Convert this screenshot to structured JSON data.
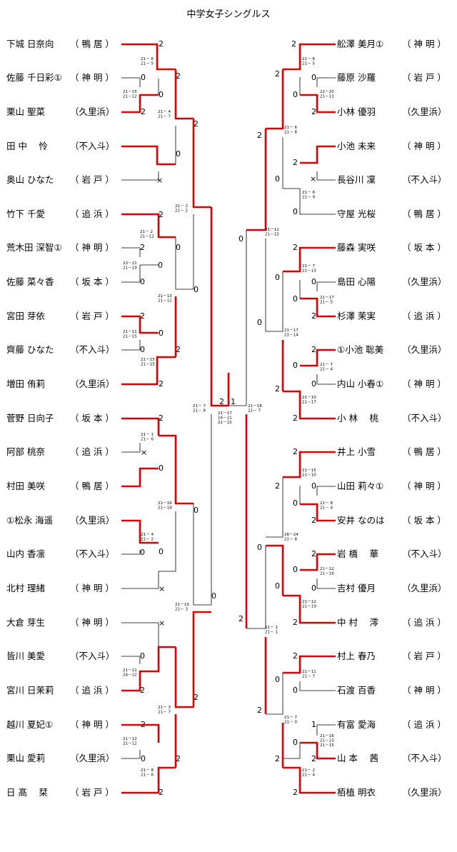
{
  "title": "中学女子シングルス",
  "left_players": [
    {
      "name": "下城 日奈向",
      "team": "（ 鴨 居 ）"
    },
    {
      "name": "佐藤 千日彩①",
      "team": "（ 神 明 ）"
    },
    {
      "name": "栗山 聖菜",
      "team": "（久里浜）"
    },
    {
      "name": "田 中　 怜",
      "team": "（不入斗）"
    },
    {
      "name": "奥山 ひなた",
      "team": "（ 岩 戸 ）"
    },
    {
      "name": "竹下 千愛",
      "team": "（ 追 浜 ）"
    },
    {
      "name": "荒木田 深智①",
      "team": "（ 神 明 ）"
    },
    {
      "name": "佐藤 菜々香",
      "team": "（ 坂 本 ）"
    },
    {
      "name": "宮田 芽依",
      "team": "（ 岩 戸 ）"
    },
    {
      "name": "齊藤 ひなた",
      "team": "（不入斗）"
    },
    {
      "name": "増田 侑莉",
      "team": "（久里浜）"
    },
    {
      "name": "菅野 日向子",
      "team": "（ 坂 本 ）"
    },
    {
      "name": "阿部 桃奈",
      "team": "（ 追 浜 ）"
    },
    {
      "name": "村田 美咲",
      "team": "（ 鴨 居 ）"
    },
    {
      "name": "①松永 海遥",
      "team": "（久里浜）"
    },
    {
      "name": "山内 香凛",
      "team": "（不入斗）"
    },
    {
      "name": "北村 理緒",
      "team": "（ 神 明 ）"
    },
    {
      "name": "大倉 芽生",
      "team": "（ 神 明 ）"
    },
    {
      "name": "皆川 美愛",
      "team": "（不入斗）"
    },
    {
      "name": "宮川 日茉莉",
      "team": "（ 追 浜 ）"
    },
    {
      "name": "越川 夏妃①",
      "team": "（ 神 明 ）"
    },
    {
      "name": "栗山 愛莉",
      "team": "（久里浜）"
    },
    {
      "name": "日 髙　 栞",
      "team": "（ 岩 戸 ）"
    }
  ],
  "right_players": [
    {
      "name": "舩澤 美月①",
      "team": "（ 神 明 ）"
    },
    {
      "name": "藤原 沙羅",
      "team": "（ 岩 戸 ）"
    },
    {
      "name": "小林 優羽",
      "team": "（久里浜）"
    },
    {
      "name": "小池 未来",
      "team": "（ 神 明 ）"
    },
    {
      "name": "長谷川 凜",
      "team": "（不入斗）"
    },
    {
      "name": "守屋 光桜",
      "team": "（ 鴨 居 ）"
    },
    {
      "name": "藤森 実咲",
      "team": "（ 坂 本 ）"
    },
    {
      "name": "島田 心陽",
      "team": "（久里浜）"
    },
    {
      "name": "杉澤 茉実",
      "team": "（ 追 浜 ）"
    },
    {
      "name": "①小池 聡美",
      "team": "（久里浜）"
    },
    {
      "name": "内山 小春①",
      "team": "（ 神 明 ）"
    },
    {
      "name": "小 林　 桃",
      "team": "（不入斗）"
    },
    {
      "name": "井上 小雪",
      "team": "（ 鴨 居 ）"
    },
    {
      "name": "山田 莉々①",
      "team": "（ 神 明 ）"
    },
    {
      "name": "安井 なのは",
      "team": "（ 坂 本 ）"
    },
    {
      "name": "岩 橋　 華",
      "team": "（不入斗）"
    },
    {
      "name": "吉村 優月",
      "team": "（久里浜）"
    },
    {
      "name": "中 村　 澪",
      "team": "（ 追 浜 ）"
    },
    {
      "name": "村上 春乃",
      "team": "（ 岩 戸 ）"
    },
    {
      "name": "石渡 百香",
      "team": "（ 神 明 ）"
    },
    {
      "name": "有富 愛海",
      "team": "（ 追 浜 ）"
    },
    {
      "name": "山 本　 茜",
      "team": "（不入斗）"
    },
    {
      "name": "栢植 明衣",
      "team": "（久里浜）"
    }
  ],
  "match_scores": {
    "l_r1_a": "21－ 6\n21－ 5",
    "l_r1_b": "21－15\n21－12",
    "l_r1_c": "21－ 4\n21－ 7",
    "l_r1_d": "21－ 2\n21－12",
    "l_r1_e": "23－21\n21－19",
    "l_r1_f": "21－11\n21－15",
    "l_r1_g": "21－13\n21－12",
    "l_r1_h": "21－15\n21－15",
    "l_r1_i": "21－ 1\n21－ 6",
    "l_r1_j": "21－ 4\n21－ 2",
    "l_r1_k": "21－16\n21－18",
    "l_r1_l": "21－11\n24－22",
    "l_r1_m": "21－12\n21－12",
    "l_r1_n": "21－ 3\n21－ 7",
    "l_r1_o": "21－ 8\n21－ 6",
    "l_r2_a": "21－ 2\n21－ 2",
    "l_r2_b": "21－19\n21－ 3",
    "l_sf": "21－ 7\n21－ 8",
    "final": "21－17\n16－21\n21－15",
    "r_sf": "21－18\n21－ 7",
    "r_r1_a": "21－ 6\n21－ 5",
    "r_r1_b": "22－20\n21－13",
    "r_r1_c": "21－ 6\n21－ 8",
    "r_r1_d": "21－ 6\n21－ 9",
    "r_r1_e": "21－ 7\n21－13",
    "r_r1_f": "21－17\n21－ 5",
    "r_r1_g": "21－17\n21－14",
    "r_r1_h": "21－ 7\n21－ 4",
    "r_r1_i": "21－10\n21－17",
    "r_r1_j": "21－15\n21－10",
    "r_r1_k": "21－ 8\n21－ 4",
    "r_r1_l": "26－24\n21－ 8",
    "r_r1_m": "21－12\n21－16",
    "r_r1_n": "21－12\n21－19",
    "r_r1_o": "21－11\n21－ 7",
    "r_r1_p": "21－16\n21－23\n21－15",
    "r_r1_q": "21－ 7\n21－ 0",
    "r_r1_r": "21－ 2\n21－ 4",
    "r_r2_a": "21－11\n21－15",
    "r_r2_b": "21－ 2\n21－ 1"
  },
  "final_marks": {
    "left": "2",
    "right": "1"
  },
  "colors": {
    "winner_line": "#e00000",
    "line": "#000000"
  }
}
